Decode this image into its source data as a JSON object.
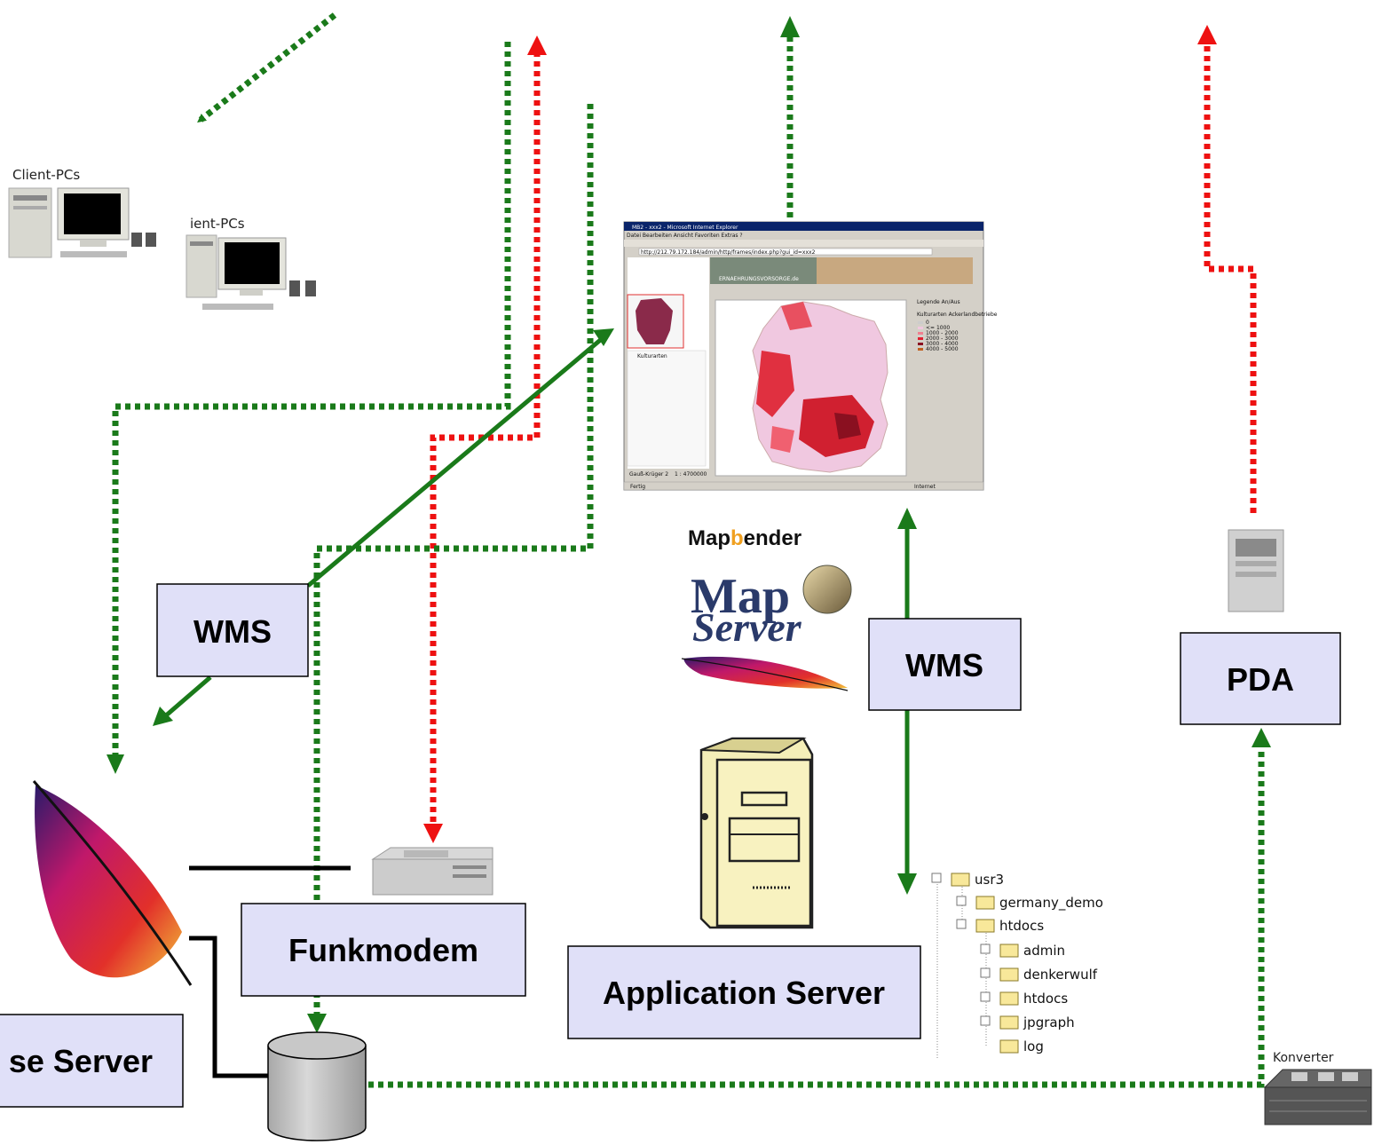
{
  "boxes": {
    "wms_left": "WMS",
    "wms_right": "WMS",
    "pda": "PDA",
    "funkmodem": "Funkmodem",
    "application_server": "Application Server",
    "database_server": "se Server"
  },
  "labels": {
    "client_pcs_1": "Client-PCs",
    "client_pcs_2": "ient-PCs",
    "konverter": "Konverter",
    "mapbender_1": "Map",
    "mapbender_2": "b",
    "mapbender_3": "ender",
    "mapserver_1": "Map",
    "mapserver_2": "Server"
  },
  "file_tree": [
    "usr3",
    "germany_demo",
    "htdocs",
    "admin",
    "denkerwulf",
    "htdocs",
    "jpgraph",
    "log"
  ],
  "browser": {
    "title": "MB2 - xxx2 - Microsoft Internet Explorer",
    "menu": "Datei  Bearbeiten  Ansicht  Favoriten  Extras  ?",
    "address": "http://212.79.172.184/admin/http/frames/index.php?gui_id=xxx2",
    "banner": "ERNAEHRUNGSVORSORGE.de",
    "legend_title": "Legende An/Aus",
    "legend_heading": "Kulturarten Ackerlandbetriebe",
    "legend_items": [
      "0",
      "<= 1000",
      "1000 - 2000",
      "2000 - 3000",
      "3000 - 4000",
      "4000 - 5000"
    ],
    "tree_item": "Kulturarten",
    "projection": "Gauß-Krüger 2",
    "scale": "1 : 4700000",
    "status_left": "Fertig",
    "status_right": "Internet"
  },
  "colors": {
    "green_arrow": "#1a7a1a",
    "red_arrow": "#ee1111",
    "box_fill": "#e0e0f8"
  }
}
